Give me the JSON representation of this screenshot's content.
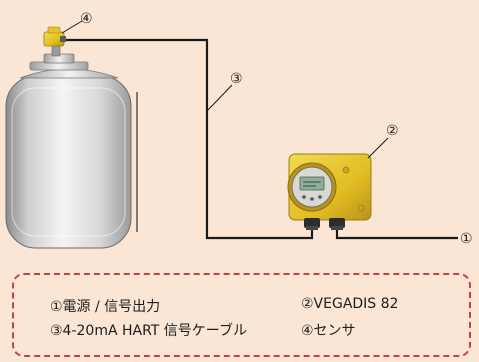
{
  "markers": {
    "power_signal": "①",
    "display": "②",
    "cable": "③",
    "sensor": "④"
  },
  "legend": {
    "item1": "①電源 / 信号出力",
    "item2": "②VEGADIS 82",
    "item3": "③4-20mA HART 信号ケーブル",
    "item4": "④センサ"
  },
  "colors": {
    "background": "#fbe6d6",
    "legend_border": "#c9403f",
    "cable": "#1a1a1a",
    "housing_yellow": "#e8c530",
    "tank_steel": "#d9d9d9"
  }
}
